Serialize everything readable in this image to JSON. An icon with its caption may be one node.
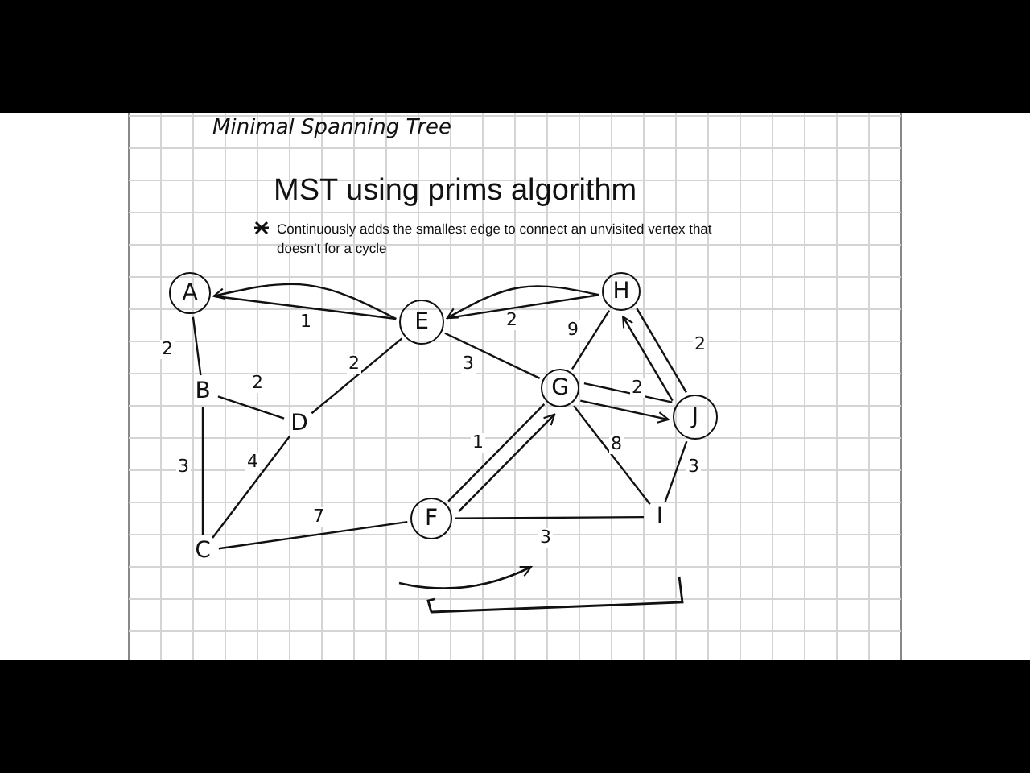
{
  "diagram": {
    "title": "MST using prims algorithm",
    "nodes": [
      {
        "text": [
          "A"
        ]
      },
      {
        "text": [
          "B"
        ]
      },
      {
        "text": [
          "C"
        ]
      },
      {
        "text": [
          "D"
        ]
      },
      {
        "text": [
          "E"
        ]
      },
      {
        "text": [
          "F"
        ]
      },
      {
        "text": [
          "G"
        ]
      },
      {
        "text": [
          "H"
        ]
      },
      {
        "text": [
          "J"
        ]
      },
      {
        "text": [
          "I"
        ]
      }
    ],
    "edges": [
      {
        "from": 0,
        "to": 1,
        "arrow": "none",
        "label": "2"
      },
      {
        "from": 0,
        "to": 4,
        "arrow": "none",
        "label": "1"
      },
      {
        "from": 1,
        "to": 3,
        "arrow": "none",
        "label": "2"
      },
      {
        "from": 1,
        "to": 2,
        "arrow": "none",
        "label": "3"
      },
      {
        "from": 3,
        "to": 4,
        "arrow": "none",
        "label": "2"
      },
      {
        "from": 2,
        "to": 3,
        "arrow": "none",
        "label": "4"
      },
      {
        "from": 2,
        "to": 5,
        "arrow": "none",
        "label": "7"
      },
      {
        "from": 4,
        "to": 7,
        "arrow": "none",
        "label": "2"
      },
      {
        "from": 4,
        "to": 6,
        "arrow": "none",
        "label": "3"
      },
      {
        "from": 6,
        "to": 7,
        "arrow": "none",
        "label": "9"
      },
      {
        "from": 6,
        "to": 8,
        "arrow": "none",
        "label": "2"
      },
      {
        "from": 7,
        "to": 8,
        "arrow": "none",
        "label": "2"
      },
      {
        "from": 6,
        "to": 9,
        "arrow": "none",
        "label": "8"
      },
      {
        "from": 8,
        "to": 9,
        "arrow": "none",
        "label": "3"
      },
      {
        "from": 5,
        "to": 9,
        "arrow": "none",
        "label": "3"
      },
      {
        "from": 5,
        "to": 6,
        "arrow": "none",
        "label": "1"
      },
      {
        "from": 4,
        "to": 0,
        "arrow": "to"
      },
      {
        "from": 7,
        "to": 4,
        "arrow": "to"
      },
      {
        "from": 5,
        "to": 6,
        "arrow": "to"
      },
      {
        "from": 6,
        "to": 8,
        "arrow": "to"
      },
      {
        "from": 8,
        "to": 7,
        "arrow": "to"
      }
    ],
    "labels": [
      "Minimal Spanning Tree",
      "Continuously adds the smallest edge to connect an unvisited vertex that doesn't for a cycle"
    ]
  }
}
